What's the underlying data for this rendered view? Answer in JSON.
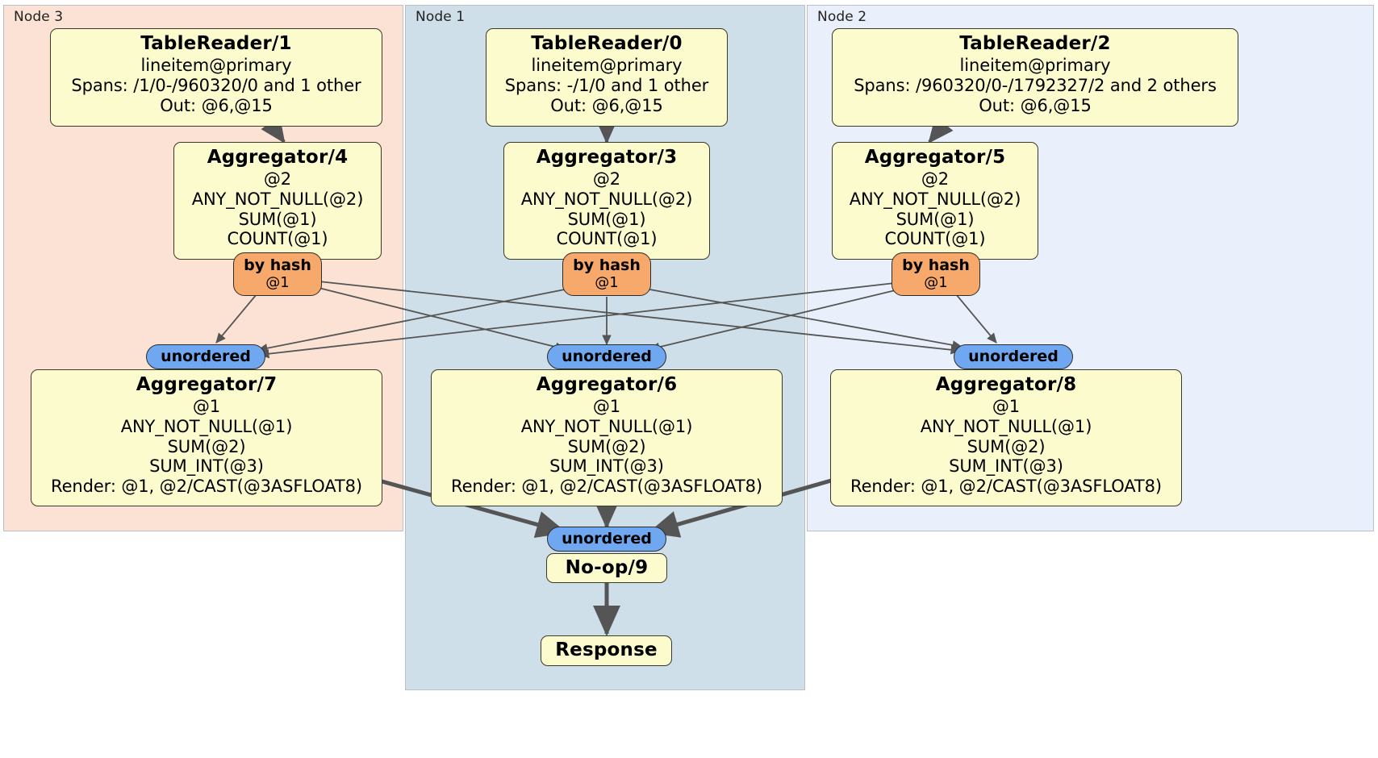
{
  "diagram": {
    "type": "distributed-query-plan",
    "clusters": [
      {
        "id": "node3",
        "label": "Node 3",
        "color": "#fbe2d5"
      },
      {
        "id": "node1",
        "label": "Node 1",
        "color": "#cfdfe9"
      },
      {
        "id": "node2",
        "label": "Node 2",
        "color": "#eaf0fb"
      }
    ],
    "colors": {
      "processor_fill": "#fbfbcd",
      "processor_stroke": "#3a3a2a",
      "hash_router_fill": "#f6a96a",
      "unordered_synchronizer_fill": "#6fa8f0",
      "edge_stroke": "#555555"
    },
    "nodes": {
      "tablereader_1": {
        "title": "TableReader/1",
        "lines": [
          "lineitem@primary",
          "Spans: /1/0-/960320/0 and 1 other",
          "Out: @6,@15"
        ]
      },
      "tablereader_0": {
        "title": "TableReader/0",
        "lines": [
          "lineitem@primary",
          "Spans: -/1/0 and 1 other",
          "Out: @6,@15"
        ]
      },
      "tablereader_2": {
        "title": "TableReader/2",
        "lines": [
          "lineitem@primary",
          "Spans: /960320/0-/1792327/2 and 2 others",
          "Out: @6,@15"
        ]
      },
      "aggregator_4": {
        "title": "Aggregator/4",
        "lines": [
          "@2",
          "ANY_NOT_NULL(@2)",
          "SUM(@1)",
          "COUNT(@1)"
        ]
      },
      "aggregator_3": {
        "title": "Aggregator/3",
        "lines": [
          "@2",
          "ANY_NOT_NULL(@2)",
          "SUM(@1)",
          "COUNT(@1)"
        ]
      },
      "aggregator_5": {
        "title": "Aggregator/5",
        "lines": [
          "@2",
          "ANY_NOT_NULL(@2)",
          "SUM(@1)",
          "COUNT(@1)"
        ]
      },
      "aggregator_7": {
        "title": "Aggregator/7",
        "lines": [
          "@1",
          "ANY_NOT_NULL(@1)",
          "SUM(@2)",
          "SUM_INT(@3)",
          "Render: @1, @2/CAST(@3ASFLOAT8)"
        ]
      },
      "aggregator_6": {
        "title": "Aggregator/6",
        "lines": [
          "@1",
          "ANY_NOT_NULL(@1)",
          "SUM(@2)",
          "SUM_INT(@3)",
          "Render: @1, @2/CAST(@3ASFLOAT8)"
        ]
      },
      "aggregator_8": {
        "title": "Aggregator/8",
        "lines": [
          "@1",
          "ANY_NOT_NULL(@1)",
          "SUM(@2)",
          "SUM_INT(@3)",
          "Render: @1, @2/CAST(@3ASFLOAT8)"
        ]
      },
      "noop_9": {
        "title": "No-op/9"
      },
      "response": {
        "title": "Response"
      }
    },
    "routers": {
      "hash_left": {
        "label": "by hash",
        "column": "@1"
      },
      "hash_mid": {
        "label": "by hash",
        "column": "@1"
      },
      "hash_right": {
        "label": "by hash",
        "column": "@1"
      }
    },
    "synchronizers": {
      "unordered_left": {
        "label": "unordered"
      },
      "unordered_mid": {
        "label": "unordered"
      },
      "unordered_right": {
        "label": "unordered"
      },
      "unordered_final": {
        "label": "unordered"
      }
    }
  }
}
